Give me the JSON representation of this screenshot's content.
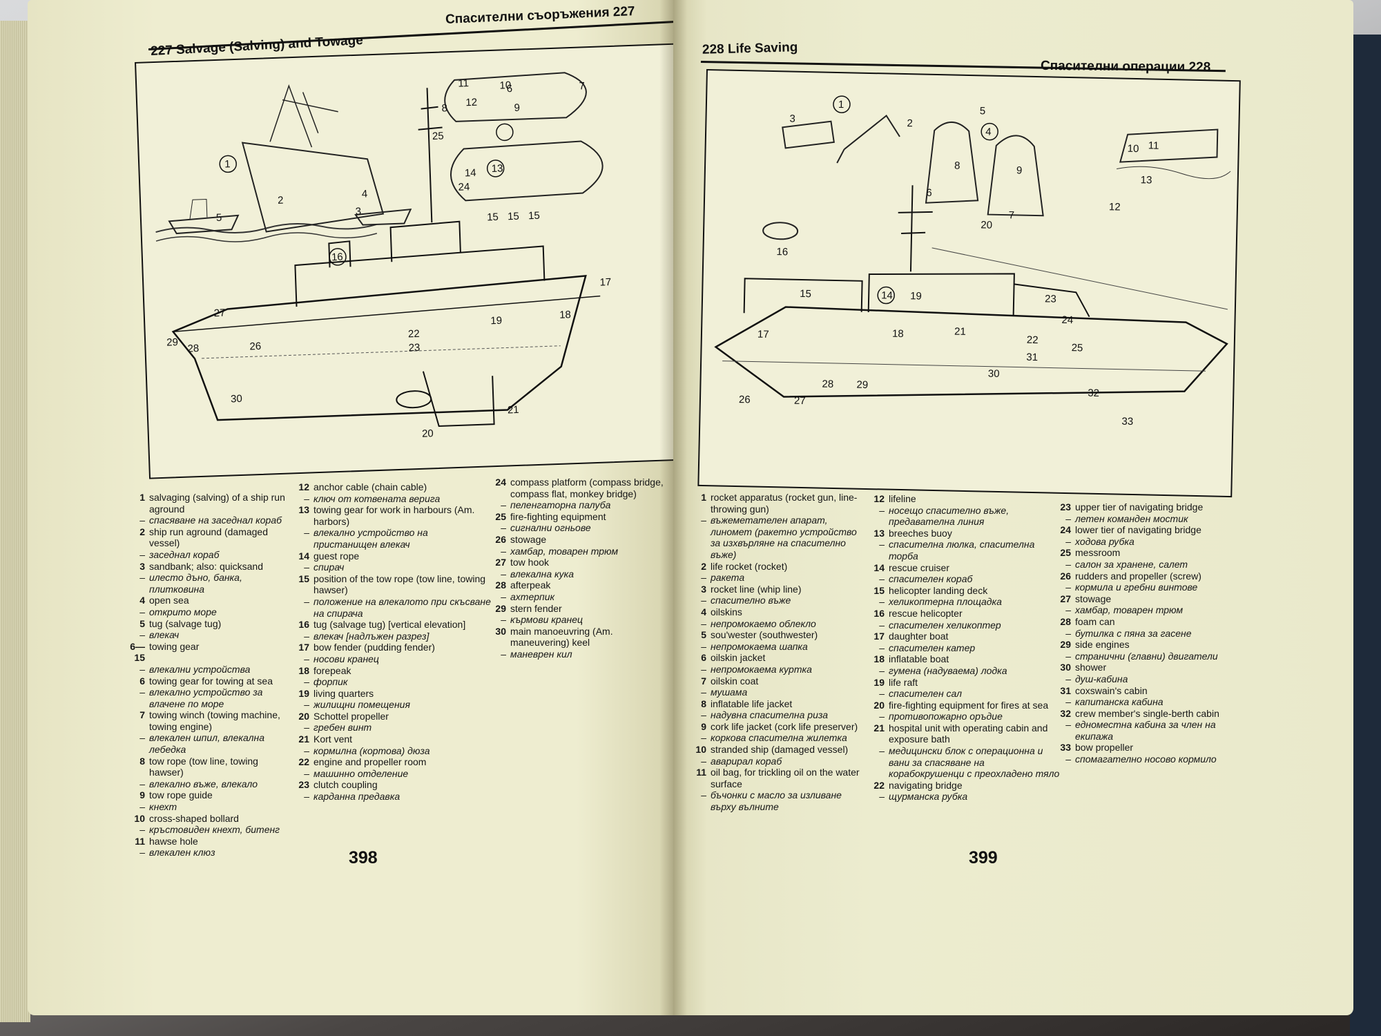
{
  "left_page": {
    "header_left": "227 Salvage (Salving) and Towage",
    "header_right": "Спасителни съоръжения 227",
    "page_number": "398",
    "callouts": [
      "1",
      "2",
      "3",
      "4",
      "5",
      "6",
      "7",
      "8",
      "9",
      "10",
      "11",
      "12",
      "13",
      "14",
      "15",
      "15",
      "15",
      "16",
      "17",
      "18",
      "19",
      "20",
      "21",
      "22",
      "23",
      "24",
      "25",
      "26",
      "27",
      "28",
      "29",
      "30"
    ],
    "columns": [
      [
        {
          "n": "1",
          "en": "salvaging (salving) of a ship run aground",
          "bg": "спасяване на заседнал кораб"
        },
        {
          "n": "2",
          "en": "ship run aground (damaged vessel)",
          "bg": "заседнал кораб"
        },
        {
          "n": "3",
          "en": "sandbank; also: quicksand",
          "bg": "илесто дъно, банка, плитковина"
        },
        {
          "n": "4",
          "en": "open sea",
          "bg": "открито море"
        },
        {
          "n": "5",
          "en": "tug (salvage tug)",
          "bg": "влекач"
        },
        {
          "n": "6—15",
          "en": "towing gear",
          "bg": "влекални устройства"
        },
        {
          "n": "6",
          "en": "towing gear for towing at sea",
          "bg": "влекално устройство за влачене по море"
        },
        {
          "n": "7",
          "en": "towing winch (towing machine, towing engine)",
          "bg": "влекален шпил, влекална лебедка"
        },
        {
          "n": "8",
          "en": "tow rope (tow line, towing hawser)",
          "bg": "влекално въже, влекало"
        },
        {
          "n": "9",
          "en": "tow rope guide",
          "bg": "кнехт"
        },
        {
          "n": "10",
          "en": "cross-shaped bollard",
          "bg": "кръстовиден кнехт, битенг"
        },
        {
          "n": "11",
          "en": "hawse hole",
          "bg": "влекален клюз"
        }
      ],
      [
        {
          "n": "12",
          "en": "anchor cable (chain cable)",
          "bg": "ключ от котвената верига"
        },
        {
          "n": "13",
          "en": "towing gear for work in harbours (Am. harbors)",
          "bg": "влекално устройство на пристанищен влекач"
        },
        {
          "n": "14",
          "en": "guest rope",
          "bg": "спирач"
        },
        {
          "n": "15",
          "en": "position of the tow rope (tow line, towing hawser)",
          "bg": "положение на влекалото при скъсване на спирача"
        },
        {
          "n": "16",
          "en": "tug (salvage tug) [vertical elevation]",
          "bg": "влекач [надлъжен разрез]"
        },
        {
          "n": "17",
          "en": "bow fender (pudding fender)",
          "bg": "носови кранец"
        },
        {
          "n": "18",
          "en": "forepeak",
          "bg": "форпик"
        },
        {
          "n": "19",
          "en": "living quarters",
          "bg": "жилищни помещения"
        },
        {
          "n": "20",
          "en": "Schottel propeller",
          "bg": "гребен винт"
        },
        {
          "n": "21",
          "en": "Kort vent",
          "bg": "кормилна (кортова) дюза"
        },
        {
          "n": "22",
          "en": "engine and propeller room",
          "bg": "машинно отделение"
        },
        {
          "n": "23",
          "en": "clutch coupling",
          "bg": "карданна предавка"
        }
      ],
      [
        {
          "n": "24",
          "en": "compass platform (compass bridge, compass flat, monkey bridge)",
          "bg": "пеленгаторна палуба"
        },
        {
          "n": "25",
          "en": "fire-fighting equipment",
          "bg": "сигнални огньове"
        },
        {
          "n": "26",
          "en": "stowage",
          "bg": "хамбар, товарен трюм"
        },
        {
          "n": "27",
          "en": "tow hook",
          "bg": "влекална кука"
        },
        {
          "n": "28",
          "en": "afterpeak",
          "bg": "ахтерпик"
        },
        {
          "n": "29",
          "en": "stern fender",
          "bg": "кърмови кранец"
        },
        {
          "n": "30",
          "en": "main manoeuvring (Am. maneuvering) keel",
          "bg": "маневрен кил"
        }
      ]
    ]
  },
  "right_page": {
    "header_left": "228 Life Saving",
    "header_right": "Спасителни операции 228",
    "page_number": "399",
    "callouts": [
      "1",
      "2",
      "3",
      "4",
      "5",
      "6",
      "7",
      "8",
      "9",
      "10",
      "11",
      "12",
      "13",
      "14",
      "15",
      "16",
      "17",
      "18",
      "19",
      "20",
      "21",
      "22",
      "23",
      "24",
      "25",
      "26",
      "27",
      "28",
      "29",
      "30",
      "31",
      "32",
      "33"
    ],
    "columns": [
      [
        {
          "n": "1",
          "en": "rocket apparatus (rocket gun, line-throwing gun)",
          "bg": "въжеметателен апарат, линомет (ракетно устройство за изхвърляне на спасително въже)"
        },
        {
          "n": "2",
          "en": "life rocket (rocket)",
          "bg": "ракета"
        },
        {
          "n": "3",
          "en": "rocket line (whip line)",
          "bg": "спасително въже"
        },
        {
          "n": "4",
          "en": "oilskins",
          "bg": "непромокаемо облекло"
        },
        {
          "n": "5",
          "en": "sou'wester (southwester)",
          "bg": "непромокаема шапка"
        },
        {
          "n": "6",
          "en": "oilskin jacket",
          "bg": "непромокаема куртка"
        },
        {
          "n": "7",
          "en": "oilskin coat",
          "bg": "мушама"
        },
        {
          "n": "8",
          "en": "inflatable life jacket",
          "bg": "надувна спасителна риза"
        },
        {
          "n": "9",
          "en": "cork life jacket (cork life preserver)",
          "bg": "коркова спасителна жилетка"
        },
        {
          "n": "10",
          "en": "stranded ship (damaged vessel)",
          "bg": "аварирал кораб"
        },
        {
          "n": "11",
          "en": "oil bag, for trickling oil on the water surface",
          "bg": "бъчонки с масло за изливане върху вълните"
        }
      ],
      [
        {
          "n": "12",
          "en": "lifeline",
          "bg": "носещо спасително въже, предавателна линия"
        },
        {
          "n": "13",
          "en": "breeches buoy",
          "bg": "спасителна люлка, спасителна торба"
        },
        {
          "n": "14",
          "en": "rescue cruiser",
          "bg": "спасителен кораб"
        },
        {
          "n": "15",
          "en": "helicopter landing deck",
          "bg": "хеликоптерна площадка"
        },
        {
          "n": "16",
          "en": "rescue helicopter",
          "bg": "спасителен хеликоптер"
        },
        {
          "n": "17",
          "en": "daughter boat",
          "bg": "спасителен катер"
        },
        {
          "n": "18",
          "en": "inflatable boat",
          "bg": "гумена (надуваема) лодка"
        },
        {
          "n": "19",
          "en": "life raft",
          "bg": "спасителен сал"
        },
        {
          "n": "20",
          "en": "fire-fighting equipment for fires at sea",
          "bg": "противопожарно оръдие"
        },
        {
          "n": "21",
          "en": "hospital unit with operating cabin and exposure bath",
          "bg": "медицински блок с операционна и вани за спасяване на корабокрушенци с преохладено тяло"
        },
        {
          "n": "22",
          "en": "navigating bridge",
          "bg": "щурманска рубка"
        }
      ],
      [
        {
          "n": "23",
          "en": "upper tier of navigating bridge",
          "bg": "летен команден мостик"
        },
        {
          "n": "24",
          "en": "lower tier of navigating bridge",
          "bg": "ходова рубка"
        },
        {
          "n": "25",
          "en": "messroom",
          "bg": "салон за хранене, салет"
        },
        {
          "n": "26",
          "en": "rudders and propeller (screw)",
          "bg": "кормила и гребни винтове"
        },
        {
          "n": "27",
          "en": "stowage",
          "bg": "хамбар, товарен трюм"
        },
        {
          "n": "28",
          "en": "foam can",
          "bg": "бутилка с пяна за гасене"
        },
        {
          "n": "29",
          "en": "side engines",
          "bg": "странични (главни) двигатели"
        },
        {
          "n": "30",
          "en": "shower",
          "bg": "душ-кабина"
        },
        {
          "n": "31",
          "en": "coxswain's cabin",
          "bg": "капитанска кабина"
        },
        {
          "n": "32",
          "en": "crew member's single-berth cabin",
          "bg": "едноместна кабина за член на екипажа"
        },
        {
          "n": "33",
          "en": "bow propeller",
          "bg": "спомагателно носово кормило"
        }
      ]
    ]
  }
}
